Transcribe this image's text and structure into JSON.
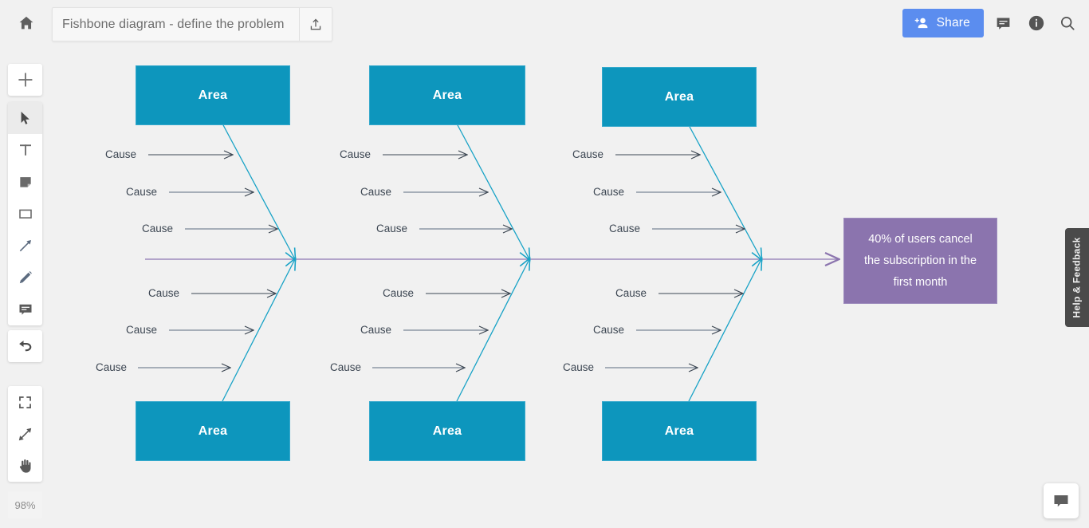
{
  "app": {
    "zoom_level": "98%",
    "canvas_bg": "#f1f1f1",
    "accent_blue": "#5b8def",
    "area_color": "#0d96bd",
    "effect_color": "#8b74ae",
    "spine_color": "#8b74ae",
    "branch_color": "#17a2c6",
    "cause_arrow_color": "#3c4652"
  },
  "header": {
    "home_icon": "home-icon",
    "document_title": "Fishbone diagram - define the problem",
    "export_icon": "upload-export-icon",
    "share_label": "Share",
    "share_icon": "person-add-icon",
    "comment_icon": "comment-icon",
    "info_icon": "info-icon",
    "search_icon": "search-icon"
  },
  "toolbar": {
    "add": {
      "name": "add-icon",
      "title": "Add"
    },
    "tools": [
      {
        "name": "cursor-select-icon",
        "title": "Select",
        "active": true
      },
      {
        "name": "text-icon",
        "title": "Text",
        "active": false
      },
      {
        "name": "sticky-note-icon",
        "title": "Sticky note",
        "active": false
      },
      {
        "name": "rectangle-icon",
        "title": "Shape",
        "active": false
      },
      {
        "name": "arrow-icon",
        "title": "Connector",
        "active": false
      },
      {
        "name": "pencil-icon",
        "title": "Draw",
        "active": false
      },
      {
        "name": "comment-icon",
        "title": "Comment",
        "active": false
      }
    ],
    "undo": {
      "name": "undo-icon",
      "title": "Undo"
    },
    "view": [
      {
        "name": "fit-screen-icon",
        "title": "Fit to screen"
      },
      {
        "name": "expand-icon",
        "title": "Zoom"
      },
      {
        "name": "hand-pan-icon",
        "title": "Pan"
      }
    ]
  },
  "right_rail": {
    "help_label": "Help & Feedback",
    "chat_icon": "chat-bubble-icon"
  },
  "diagram": {
    "type": "fishbone",
    "effect": {
      "text": "40% of users cancel the subscription in the first month",
      "line1": "40% of users cancel",
      "line2": "the subscription in the",
      "line3": "first month"
    },
    "areas": [
      {
        "label": "Area",
        "position": "top-1"
      },
      {
        "label": "Area",
        "position": "top-2"
      },
      {
        "label": "Area",
        "position": "top-3"
      },
      {
        "label": "Area",
        "position": "bottom-1"
      },
      {
        "label": "Area",
        "position": "bottom-2"
      },
      {
        "label": "Area",
        "position": "bottom-3"
      }
    ],
    "causes": [
      {
        "label": "Cause",
        "branch": "top-1",
        "row": 1
      },
      {
        "label": "Cause",
        "branch": "top-1",
        "row": 2
      },
      {
        "label": "Cause",
        "branch": "top-1",
        "row": 3
      },
      {
        "label": "Cause",
        "branch": "top-2",
        "row": 1
      },
      {
        "label": "Cause",
        "branch": "top-2",
        "row": 2
      },
      {
        "label": "Cause",
        "branch": "top-2",
        "row": 3
      },
      {
        "label": "Cause",
        "branch": "top-3",
        "row": 1
      },
      {
        "label": "Cause",
        "branch": "top-3",
        "row": 2
      },
      {
        "label": "Cause",
        "branch": "top-3",
        "row": 3
      },
      {
        "label": "Cause",
        "branch": "bottom-1",
        "row": 1
      },
      {
        "label": "Cause",
        "branch": "bottom-1",
        "row": 2
      },
      {
        "label": "Cause",
        "branch": "bottom-1",
        "row": 3
      },
      {
        "label": "Cause",
        "branch": "bottom-2",
        "row": 1
      },
      {
        "label": "Cause",
        "branch": "bottom-2",
        "row": 2
      },
      {
        "label": "Cause",
        "branch": "bottom-2",
        "row": 3
      },
      {
        "label": "Cause",
        "branch": "bottom-3",
        "row": 1
      },
      {
        "label": "Cause",
        "branch": "bottom-3",
        "row": 2
      },
      {
        "label": "Cause",
        "branch": "bottom-3",
        "row": 3
      }
    ]
  }
}
